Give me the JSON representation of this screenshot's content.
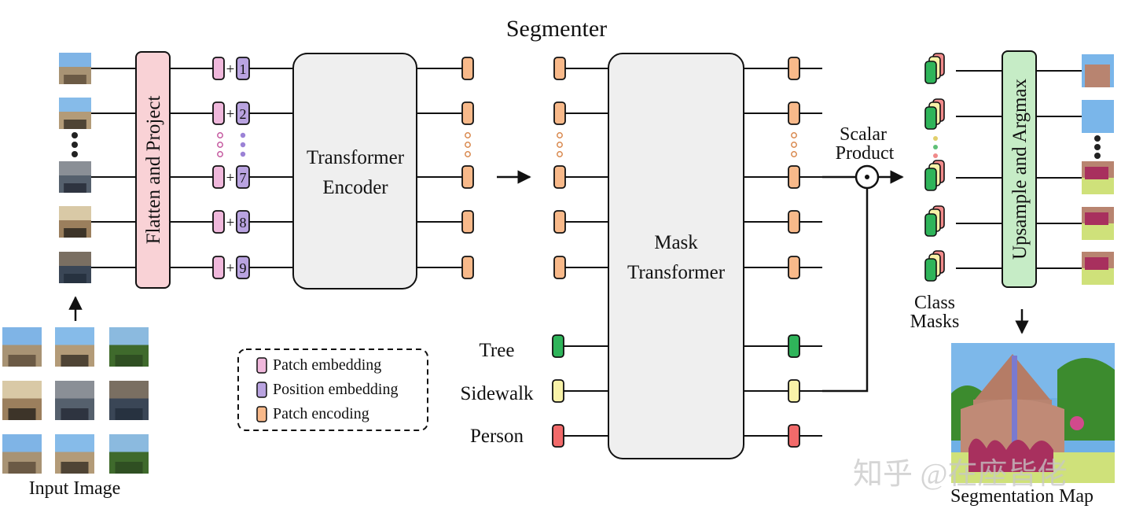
{
  "title": "Segmenter",
  "blocks": {
    "flatten_project": "Flatten and Project",
    "transformer_encoder": [
      "Transformer",
      "Encoder"
    ],
    "mask_transformer": [
      "Mask",
      "Transformer"
    ],
    "upsample_argmax": "Upsample and Argmax"
  },
  "position_numbers": [
    "1",
    "2",
    "7",
    "8",
    "9"
  ],
  "plus_sign": "+",
  "legend": [
    {
      "label": "Patch embedding",
      "color": "#f0b8dc"
    },
    {
      "label": "Position embedding",
      "color": "#b9a3e0"
    },
    {
      "label": "Patch encoding",
      "color": "#f8b98a"
    }
  ],
  "classes": [
    {
      "label": "Tree",
      "color": "#2fb45a"
    },
    {
      "label": "Sidewalk",
      "color": "#f8f2a8"
    },
    {
      "label": "Person",
      "color": "#f26a6a"
    }
  ],
  "scalar_product": [
    "Scalar",
    "Product"
  ],
  "class_masks": [
    "Class",
    "Masks"
  ],
  "input_image_label": "Input Image",
  "segmentation_map_label": "Segmentation Map",
  "watermark": "知乎 @在座皆佬",
  "colors": {
    "flatten_fill": "#f9d2d6",
    "encoder_fill": "#efefef",
    "upsample_fill": "#c6ecc6",
    "patch_embedding": "#f0b8dc",
    "position_embedding": "#b9a3e0",
    "patch_encoding": "#f8b98a",
    "sky": "#7fb4e6",
    "stone": "#9e8769",
    "tree_green": "#3b6b2e"
  }
}
